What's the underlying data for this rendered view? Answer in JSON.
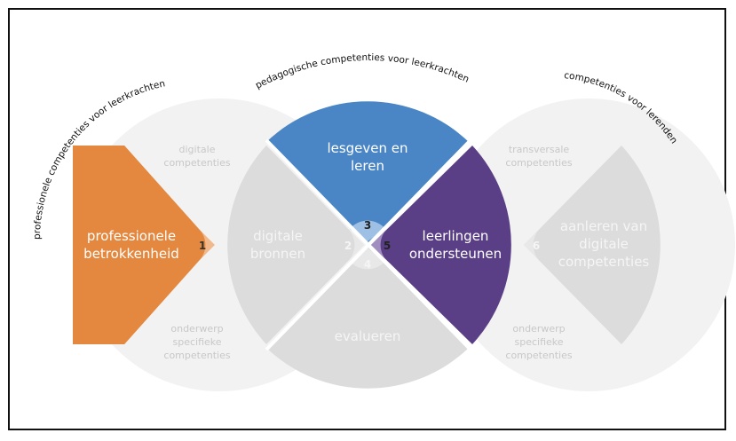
{
  "arc_titles": {
    "left": "professionele competenties voor leerkrachten",
    "middle": "pedagogische competenties voor leerkrachten",
    "right": "competenties voor lerenden"
  },
  "area_labels": {
    "left_top": [
      "digitale",
      "competenties"
    ],
    "left_bottom": [
      "onderwerp",
      "specifieke",
      "competenties"
    ],
    "right_top": [
      "transversale",
      "competenties"
    ],
    "right_bottom": [
      "onderwerp",
      "specifieke",
      "competenties"
    ]
  },
  "sections": [
    {
      "number": "1",
      "lines": [
        "professionele",
        "betrokkenheid"
      ],
      "color": "#e5883f",
      "active": true
    },
    {
      "number": "2",
      "lines": [
        "digitale",
        "bronnen"
      ],
      "color": "#dcdcdc",
      "active": false
    },
    {
      "number": "3",
      "lines": [
        "lesgeven en",
        "leren"
      ],
      "color": "#4a86c5",
      "active": true
    },
    {
      "number": "4",
      "lines": [
        "evalueren"
      ],
      "color": "#dcdcdc",
      "active": false
    },
    {
      "number": "5",
      "lines": [
        "leerlingen",
        "ondersteunen"
      ],
      "color": "#5b3f86",
      "active": true
    },
    {
      "number": "6",
      "lines": [
        "aanleren van",
        "digitale",
        "competenties"
      ],
      "color": "#dcdcdc",
      "active": false
    }
  ],
  "colors": {
    "circle_bg": "#f2f2f2",
    "inactive_wedge": "#dcdcdc",
    "inactive_text": "#f5f5f5",
    "area_text": "#c8c8c8"
  }
}
